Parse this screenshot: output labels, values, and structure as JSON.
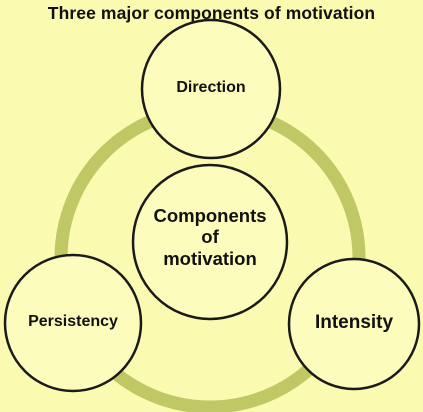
{
  "title": "Three major components of motivation",
  "center": {
    "line1": "Components",
    "line2": "of",
    "line3": "motivation"
  },
  "nodes": {
    "top": "Direction",
    "left": "Persistency",
    "right": "Intensity"
  },
  "colors": {
    "background": "#fafab0",
    "ring": "#bfc865",
    "circle_fill": "#fcfcbc",
    "circle_stroke": "#1a1a1a"
  }
}
